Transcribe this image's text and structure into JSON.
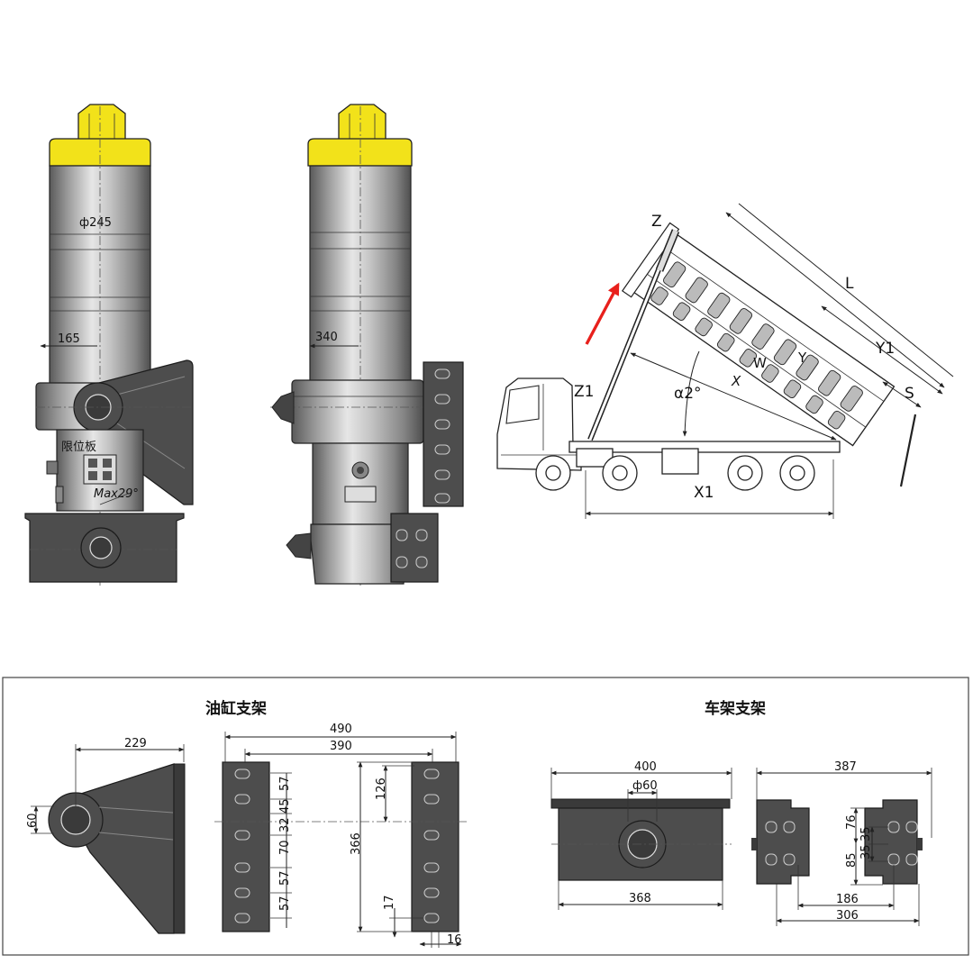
{
  "cylinder_front": {
    "diameter_label": "ф245",
    "stroke_label": "165",
    "stopper_label": "限位板",
    "max_angle_label": "Max29°"
  },
  "cylinder_side": {
    "dim_label": "340"
  },
  "truck": {
    "labels": {
      "Z": "Z",
      "Z1": "Z1",
      "L": "L",
      "Y1": "Y1",
      "S": "S",
      "W": "W",
      "Y": "Y",
      "X": "X",
      "angle": "α2°",
      "X1": "X1"
    }
  },
  "brackets_panel": {
    "cylinder_bracket_title": "油缸支架",
    "frame_bracket_title": "车架支架",
    "cyl_dims": {
      "d229": "229",
      "d60": "60",
      "d490": "490",
      "d390": "390",
      "d57a": "57",
      "d32": "32",
      "d45": "45",
      "d70": "70",
      "d57b": "57",
      "d57c": "57",
      "d126": "126",
      "d366": "366",
      "d17": "17",
      "d16": "16"
    },
    "frame_dims": {
      "d400": "400",
      "d60": "ф60",
      "d368": "368",
      "d387": "387",
      "d76": "76",
      "d35a": "35",
      "d35b": "35",
      "d85": "85",
      "d186": "186",
      "d306": "306"
    }
  },
  "colors": {
    "cap": "#f2e21a",
    "arrow": "#e8201c"
  }
}
